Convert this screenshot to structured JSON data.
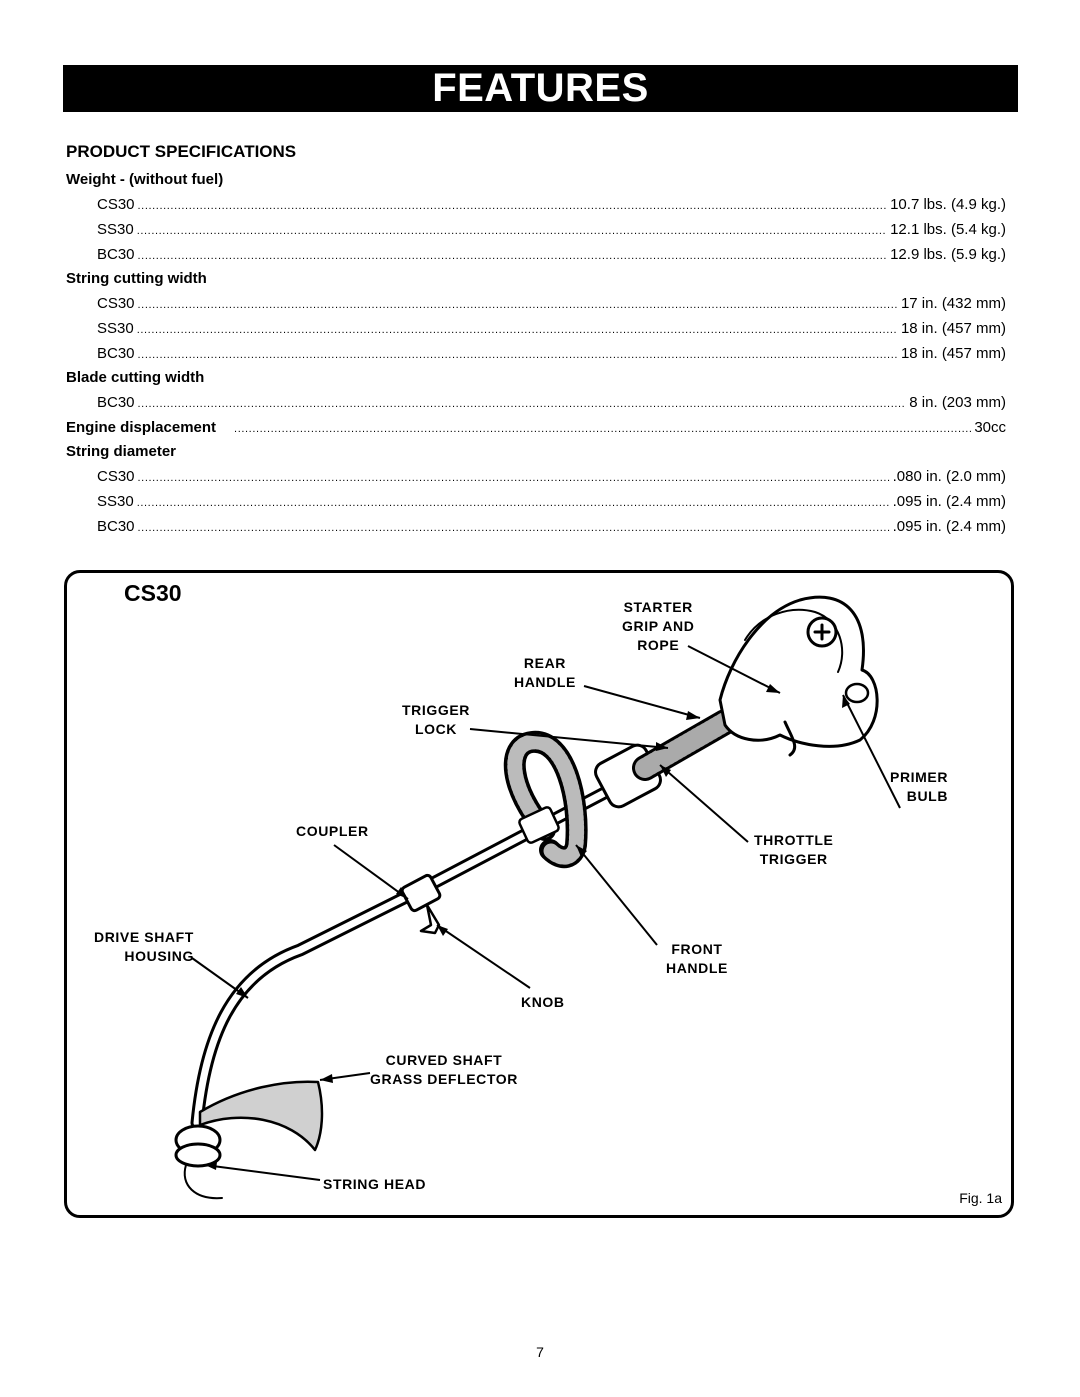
{
  "banner": {
    "title": "FEATURES"
  },
  "specs": {
    "title": "PRODUCT SPECIFICATIONS",
    "weight": {
      "label": "Weight - (without fuel)",
      "rows": [
        {
          "model": "CS30",
          "value": "10.7 lbs. (4.9 kg.)"
        },
        {
          "model": "SS30",
          "value": "12.1 lbs. (5.4 kg.)"
        },
        {
          "model": "BC30",
          "value": "12.9 lbs. (5.9 kg.)"
        }
      ]
    },
    "string_cutting_width": {
      "label": "String cutting width",
      "rows": [
        {
          "model": "CS30",
          "value": "17 in. (432 mm)"
        },
        {
          "model": "SS30",
          "value": "18 in. (457 mm)"
        },
        {
          "model": "BC30",
          "value": "18 in. (457 mm)"
        }
      ]
    },
    "blade_cutting_width": {
      "label": "Blade cutting width",
      "rows": [
        {
          "model": "BC30",
          "value": "8 in. (203 mm)"
        }
      ]
    },
    "engine_displacement": {
      "label": "Engine displacement",
      "value": "30cc"
    },
    "string_diameter": {
      "label": "String diameter",
      "rows": [
        {
          "model": "CS30",
          "value": ".080 in. (2.0 mm)"
        },
        {
          "model": "SS30",
          "value": ".095 in. (2.4 mm)"
        },
        {
          "model": "BC30",
          "value": ".095 in. (2.4 mm)"
        }
      ]
    }
  },
  "figure": {
    "model": "CS30",
    "caption": "Fig. 1a",
    "callouts": {
      "starter": "STARTER\nGRIP AND\nROPE",
      "rear_handle": "REAR\nHANDLE",
      "trigger_lock": "TRIGGER\nLOCK",
      "primer_bulb": "PRIMER\nBULB",
      "coupler": "COUPLER",
      "throttle_trigger": "THROTTLE\nTRIGGER",
      "drive_shaft": "DRIVE SHAFT\nHOUSING",
      "front_handle": "FRONT\nHANDLE",
      "knob": "KNOB",
      "deflector": "CURVED SHAFT\nGRASS DEFLECTOR",
      "string_head": "STRING HEAD"
    }
  },
  "page_number": "7"
}
